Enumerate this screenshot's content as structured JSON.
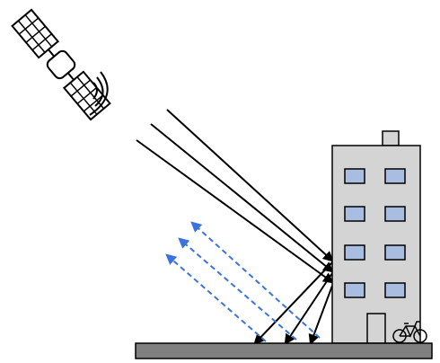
{
  "scene": {
    "satellite": {
      "icon": "satellite-icon",
      "body_color": "#ffffff",
      "stroke_color": "#000000"
    },
    "signal_waves": {
      "icon": "signal-waves-icon",
      "count": 3
    },
    "incoming_rays": {
      "count": 3,
      "color": "#000000",
      "style": "solid"
    },
    "reflected_rays": {
      "count": 3,
      "color": "#000000",
      "style": "solid"
    },
    "multipath_rays": {
      "count": 3,
      "color": "#3a73e0",
      "style": "dashed"
    },
    "building": {
      "icon": "building-icon",
      "wall_color": "#d4d4d4",
      "window_color": "#a8bde0",
      "floors": 4,
      "windows_per_floor": 2
    },
    "bicycle": {
      "icon": "bicycle-icon"
    },
    "ground": {
      "color": "#808080"
    }
  }
}
